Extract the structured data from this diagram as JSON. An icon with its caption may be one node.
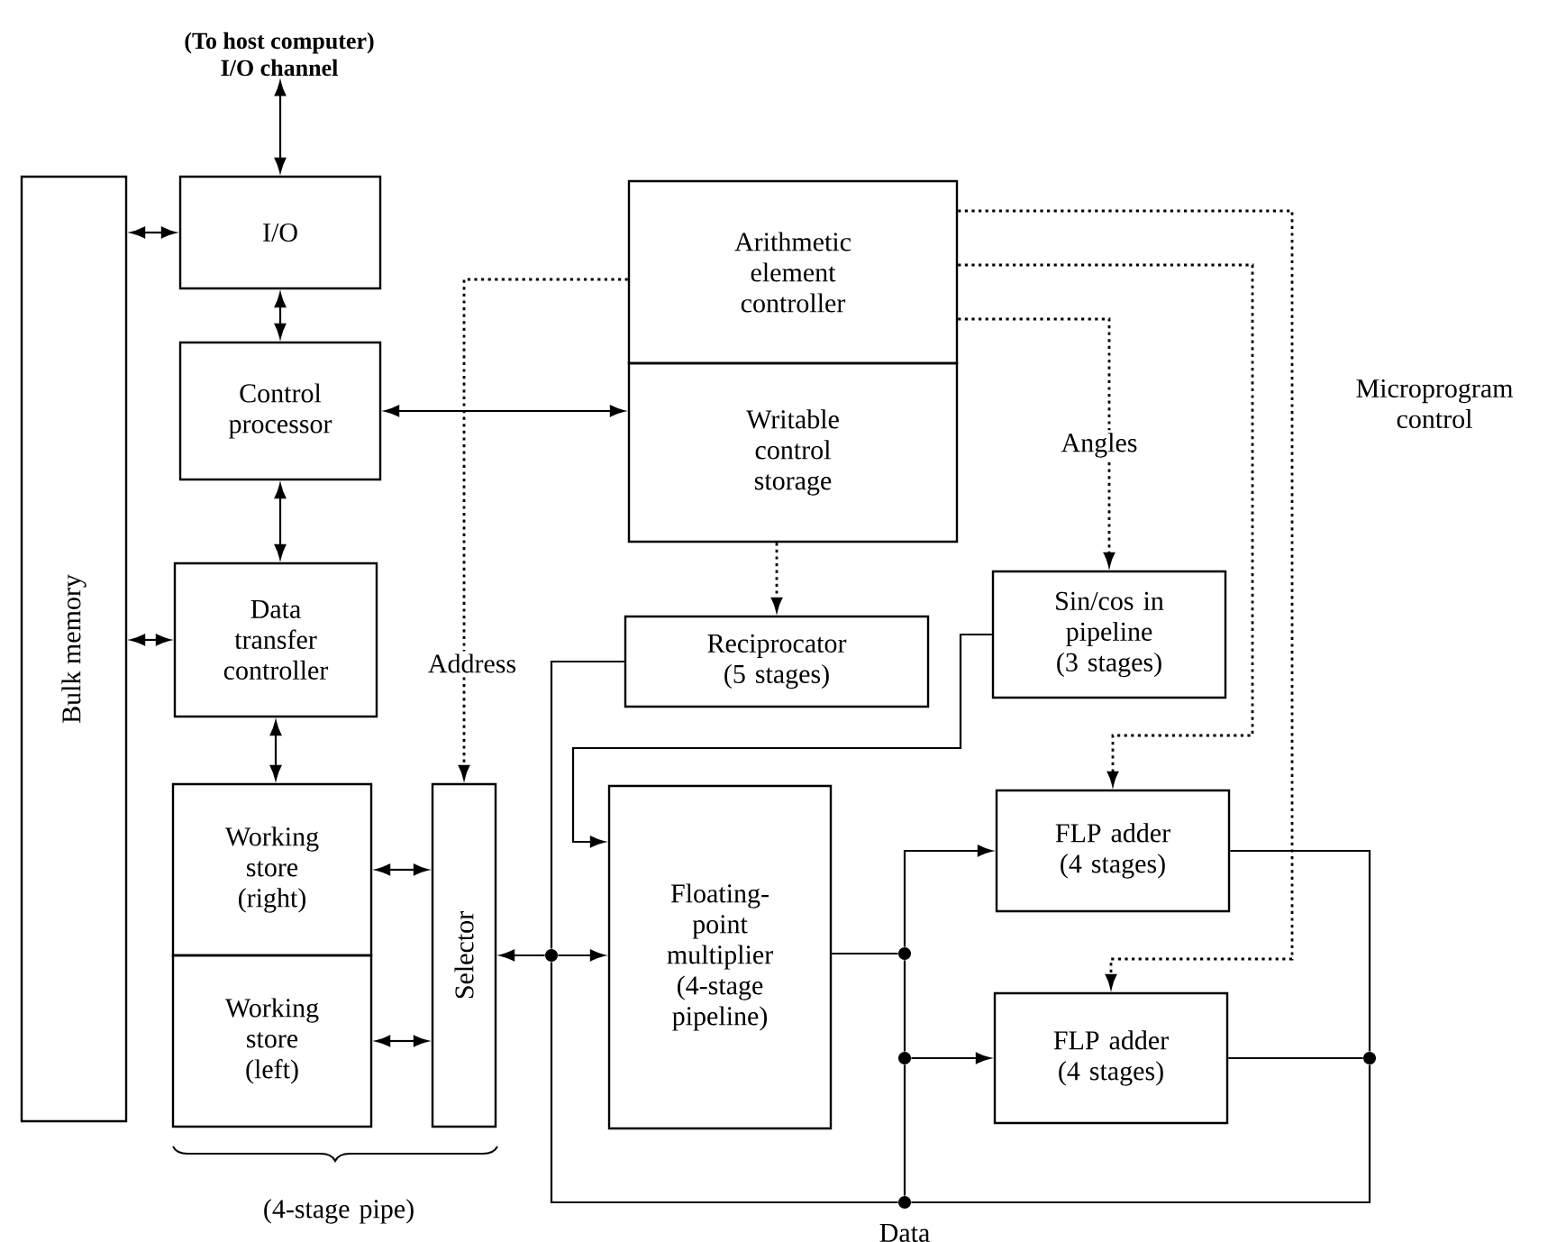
{
  "diagram": {
    "nodes": [
      {
        "text": [
          "Bulk memory"
        ]
      },
      {
        "text": [
          "I/O"
        ]
      },
      {
        "text": [
          "Control processor"
        ]
      },
      {
        "text": [
          "Data transfer controller"
        ]
      },
      {
        "text": [
          "Working store (right)"
        ]
      },
      {
        "text": [
          "Working store (left)"
        ]
      },
      {
        "text": [
          "Selector"
        ]
      },
      {
        "text": [
          "Arithmetic element controller"
        ]
      },
      {
        "text": [
          "Writable control storage"
        ]
      },
      {
        "text": [
          "Reciprocator (5 stages)"
        ]
      },
      {
        "text": [
          "Sin/cos in pipeline (3 stages)"
        ]
      },
      {
        "text": [
          "Floating-point multiplier (4-stage pipeline)"
        ]
      },
      {
        "text": [
          "FLP adder (4 stages)"
        ]
      },
      {
        "text": [
          "FLP adder (4 stages)"
        ]
      },
      {
        "text": [
          "(To host computer)",
          "I/O channel"
        ]
      },
      {
        "text": [],
        "shape": "circle"
      },
      {
        "text": [],
        "shape": "circle"
      },
      {
        "text": [],
        "shape": "circle"
      },
      {
        "text": [],
        "shape": "circle"
      },
      {
        "text": [],
        "shape": "circle",
        "beside": [
          "Data"
        ]
      }
    ],
    "edges": [
      {
        "from": 14,
        "to": 1,
        "arrow": "both"
      },
      {
        "from": 0,
        "to": 1,
        "arrow": "both"
      },
      {
        "from": 1,
        "to": 2,
        "arrow": "both"
      },
      {
        "from": 2,
        "to": 8,
        "arrow": "both"
      },
      {
        "from": 2,
        "to": 3,
        "arrow": "both"
      },
      {
        "from": 0,
        "to": 3,
        "arrow": "both"
      },
      {
        "from": 3,
        "to": 4,
        "arrow": "both"
      },
      {
        "from": 4,
        "to": 6,
        "arrow": "both"
      },
      {
        "from": 5,
        "to": 6,
        "arrow": "both"
      },
      {
        "from": 7,
        "to": 6,
        "arrow": "to",
        "style": "dashed",
        "label": "Address"
      },
      {
        "from": 8,
        "to": 9,
        "arrow": "to",
        "style": "dashed"
      },
      {
        "from": 7,
        "to": 10,
        "arrow": "to",
        "style": "dashed",
        "label": "Angles"
      },
      {
        "from": 7,
        "to": 12,
        "arrow": "to",
        "style": "dashed"
      },
      {
        "from": 7,
        "to": 13,
        "arrow": "to",
        "style": "dashed"
      },
      {
        "from": 15,
        "to": 6,
        "arrow": "to"
      },
      {
        "from": 15,
        "to": 11,
        "arrow": "to"
      },
      {
        "from": 9,
        "to": 15,
        "arrow": "none"
      },
      {
        "from": 15,
        "to": 19,
        "arrow": "none"
      },
      {
        "from": 10,
        "to": 11,
        "arrow": "to"
      },
      {
        "from": 11,
        "to": 16,
        "arrow": "none"
      },
      {
        "from": 16,
        "to": 12,
        "arrow": "to"
      },
      {
        "from": 16,
        "to": 17,
        "arrow": "none"
      },
      {
        "from": 17,
        "to": 13,
        "arrow": "to"
      },
      {
        "from": 17,
        "to": 19,
        "arrow": "none"
      },
      {
        "from": 12,
        "to": 18,
        "arrow": "none"
      },
      {
        "from": 13,
        "to": 18,
        "arrow": "none"
      },
      {
        "from": 18,
        "to": 19,
        "arrow": "none"
      }
    ],
    "labels": [
      "Microprogram control",
      "(4-stage pipe)"
    ]
  }
}
